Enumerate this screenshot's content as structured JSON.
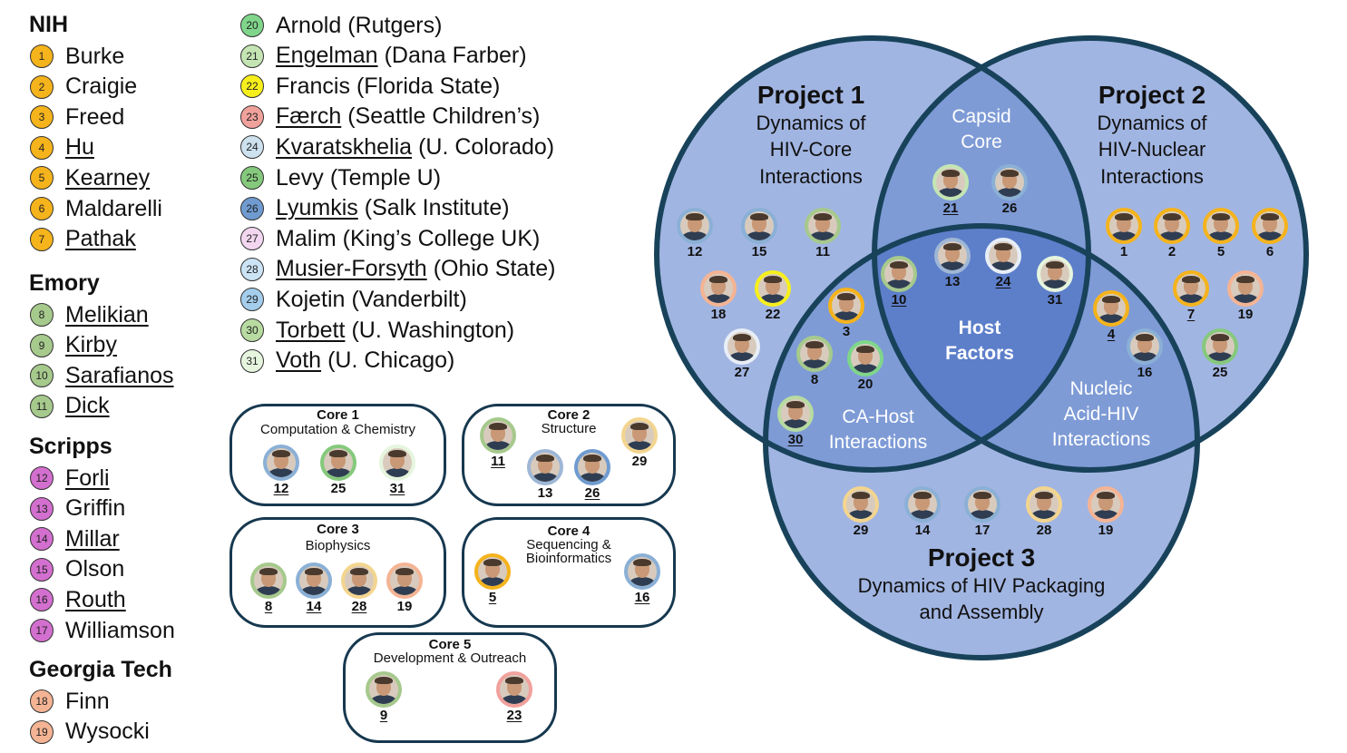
{
  "colors": {
    "nih": "#f5b31c",
    "emory": "#a6c98c",
    "scripps": "#d36fcf",
    "georgia_tech": "#f4b494",
    "venn_fill": "#a1b5e2",
    "venn_overlap2": "#7e9bd6",
    "venn_center": "#5d7fca",
    "venn_stroke": "#18425a"
  },
  "institutions": [
    {
      "name": "NIH",
      "members": [
        {
          "num": "1",
          "name": "Burke",
          "underline": false,
          "color": "#f5b31c"
        },
        {
          "num": "2",
          "name": "Craigie",
          "underline": false,
          "color": "#f5b31c"
        },
        {
          "num": "3",
          "name": "Freed",
          "underline": false,
          "color": "#f5b31c"
        },
        {
          "num": "4",
          "name": "Hu",
          "underline": true,
          "color": "#f5b31c"
        },
        {
          "num": "5",
          "name": "Kearney",
          "underline": true,
          "color": "#f5b31c"
        },
        {
          "num": "6",
          "name": "Maldarelli",
          "underline": false,
          "color": "#f5b31c"
        },
        {
          "num": "7",
          "name": "Pathak",
          "underline": true,
          "color": "#f5b31c"
        }
      ]
    },
    {
      "name": "Emory",
      "members": [
        {
          "num": "8",
          "name": "Melikian",
          "underline": true,
          "color": "#a6c98c"
        },
        {
          "num": "9",
          "name": "Kirby",
          "underline": true,
          "color": "#a6c98c"
        },
        {
          "num": "10",
          "name": "Sarafianos",
          "underline": true,
          "color": "#a6c98c"
        },
        {
          "num": "11",
          "name": "Dick",
          "underline": true,
          "color": "#a6c98c"
        }
      ]
    },
    {
      "name": "Scripps",
      "members": [
        {
          "num": "12",
          "name": "Forli",
          "underline": true,
          "color": "#d36fcf"
        },
        {
          "num": "13",
          "name": "Griffin",
          "underline": false,
          "color": "#d36fcf"
        },
        {
          "num": "14",
          "name": "Millar",
          "underline": true,
          "color": "#d36fcf"
        },
        {
          "num": "15",
          "name": "Olson",
          "underline": false,
          "color": "#d36fcf"
        },
        {
          "num": "16",
          "name": "Routh",
          "underline": true,
          "color": "#d36fcf"
        },
        {
          "num": "17",
          "name": "Williamson",
          "underline": false,
          "color": "#d36fcf"
        }
      ]
    },
    {
      "name": "Georgia Tech",
      "members": [
        {
          "num": "18",
          "name": "Finn",
          "underline": false,
          "color": "#f4b494"
        },
        {
          "num": "19",
          "name": "Wysocki",
          "underline": false,
          "color": "#f4b494"
        }
      ]
    }
  ],
  "external": [
    {
      "num": "20",
      "name": "Arnold",
      "affiliation": "(Rutgers)",
      "underline": false,
      "color": "#7fd68a"
    },
    {
      "num": "21",
      "name": "Engelman",
      "affiliation": "(Dana Farber)",
      "underline": true,
      "color": "#c4e5b3"
    },
    {
      "num": "22",
      "name": "Francis",
      "affiliation": "(Florida State)",
      "underline": false,
      "color": "#f6ef1c"
    },
    {
      "num": "23",
      "name": "Færch",
      "affiliation": "(Seattle Children’s)",
      "underline": true,
      "color": "#f1a19c"
    },
    {
      "num": "24",
      "name": "Kvaratskhelia",
      "affiliation": "(U. Colorado)",
      "underline": true,
      "color": "#cde1ee"
    },
    {
      "num": "25",
      "name": "Levy",
      "affiliation": "(Temple U)",
      "underline": false,
      "color": "#85c97c"
    },
    {
      "num": "26",
      "name": "Lyumkis",
      "affiliation": "(Salk Institute)",
      "underline": true,
      "color": "#6f9bd0"
    },
    {
      "num": "27",
      "name": "Malim",
      "affiliation": "(King’s College UK)",
      "underline": false,
      "color": "#f3d6ef"
    },
    {
      "num": "28",
      "name": "Musier-Forsyth",
      "affiliation": "(Ohio State)",
      "underline": true,
      "color": "#cbe3f5"
    },
    {
      "num": "29",
      "name": "Kojetin",
      "affiliation": "(Vanderbilt)",
      "underline": false,
      "color": "#a4cdec"
    },
    {
      "num": "30",
      "name": "Torbett",
      "affiliation": "(U. Washington)",
      "underline": true,
      "color": "#b7dba0"
    },
    {
      "num": "31",
      "name": "Voth",
      "affiliation": "(U. Chicago)",
      "underline": true,
      "color": "#e6f5de"
    }
  ],
  "cores": [
    {
      "title": "Core 1",
      "subtitle": "Computation & Chemistry",
      "people": [
        {
          "num": "12",
          "underline": true,
          "ring": "#8bb0d6"
        },
        {
          "num": "25",
          "underline": false,
          "ring": "#85c97c"
        },
        {
          "num": "31",
          "underline": true,
          "ring": "#e6f5de"
        }
      ]
    },
    {
      "title": "Core 2",
      "subtitle": "Structure",
      "people": [
        {
          "num": "11",
          "underline": true,
          "ring": "#a6c98c"
        },
        {
          "num": "13",
          "underline": false,
          "ring": "#9fb7d6"
        },
        {
          "num": "26",
          "underline": true,
          "ring": "#6f9bd0"
        },
        {
          "num": "29",
          "underline": false,
          "ring": "#f3d58f"
        }
      ]
    },
    {
      "title": "Core 3",
      "subtitle": "Biophysics",
      "people": [
        {
          "num": "8",
          "underline": true,
          "ring": "#a6c98c"
        },
        {
          "num": "14",
          "underline": true,
          "ring": "#8bb0d6"
        },
        {
          "num": "28",
          "underline": true,
          "ring": "#f3d58f"
        },
        {
          "num": "19",
          "underline": false,
          "ring": "#f4b494"
        }
      ]
    },
    {
      "title": "Core 4",
      "subtitle": "Sequencing & Bioinformatics",
      "people": [
        {
          "num": "5",
          "underline": true,
          "ring": "#f5b31c"
        },
        {
          "num": "16",
          "underline": true,
          "ring": "#8bb0d6"
        }
      ]
    },
    {
      "title": "Core 5",
      "subtitle": "Development & Outreach",
      "people": [
        {
          "num": "9",
          "underline": true,
          "ring": "#a6c98c"
        },
        {
          "num": "23",
          "underline": true,
          "ring": "#f1a19c"
        }
      ]
    }
  ],
  "venn": {
    "project1": {
      "title": "Project 1",
      "subtitle": [
        "Dynamics of",
        "HIV-Core",
        "Interactions"
      ]
    },
    "project2": {
      "title": "Project 2",
      "subtitle": [
        "Dynamics of",
        "HIV-Nuclear",
        "Interactions"
      ]
    },
    "project3": {
      "title": "Project 3",
      "subtitle": [
        "Dynamics of HIV Packaging",
        "and Assembly"
      ]
    },
    "capsid": [
      "Capsid",
      "Core"
    ],
    "host": [
      "Host",
      "Factors"
    ],
    "ca_host": [
      "CA-Host",
      "Interactions"
    ],
    "nucleic": [
      "Nucleic",
      "Acid-HIV",
      "Interactions"
    ],
    "people": [
      {
        "num": "21",
        "underline": true,
        "ring": "#c4e5b3"
      },
      {
        "num": "26",
        "underline": false,
        "ring": "#8bb0d6"
      },
      {
        "num": "12",
        "underline": false,
        "ring": "#8bb0d6"
      },
      {
        "num": "15",
        "underline": false,
        "ring": "#8bb0d6"
      },
      {
        "num": "11",
        "underline": false,
        "ring": "#a6c98c"
      },
      {
        "num": "18",
        "underline": false,
        "ring": "#f4b494"
      },
      {
        "num": "22",
        "underline": false,
        "ring": "#f6ef1c"
      },
      {
        "num": "27",
        "underline": false,
        "ring": "#e8eef6"
      },
      {
        "num": "3",
        "underline": false,
        "ring": "#f5b31c"
      },
      {
        "num": "8",
        "underline": false,
        "ring": "#a6c98c"
      },
      {
        "num": "20",
        "underline": false,
        "ring": "#7fd68a"
      },
      {
        "num": "30",
        "underline": true,
        "ring": "#b7dba0"
      },
      {
        "num": "10",
        "underline": true,
        "ring": "#a6c98c"
      },
      {
        "num": "13",
        "underline": false,
        "ring": "#9fb7d6"
      },
      {
        "num": "24",
        "underline": true,
        "ring": "#e8eef6"
      },
      {
        "num": "31",
        "underline": false,
        "ring": "#e6f5de"
      },
      {
        "num": "1",
        "underline": false,
        "ring": "#f5b31c"
      },
      {
        "num": "2",
        "underline": false,
        "ring": "#f5b31c"
      },
      {
        "num": "5",
        "underline": false,
        "ring": "#f5b31c"
      },
      {
        "num": "6",
        "underline": false,
        "ring": "#f5b31c"
      },
      {
        "num": "7",
        "underline": true,
        "ring": "#f5b31c"
      },
      {
        "num": "19",
        "underline": false,
        "ring": "#f4b494"
      },
      {
        "num": "4",
        "underline": true,
        "ring": "#f5b31c"
      },
      {
        "num": "16",
        "underline": false,
        "ring": "#8bb0d6"
      },
      {
        "num": "25",
        "underline": false,
        "ring": "#85c97c"
      },
      {
        "num": "29",
        "underline": false,
        "ring": "#f3d58f"
      },
      {
        "num": "14",
        "underline": false,
        "ring": "#8bb0d6"
      },
      {
        "num": "17",
        "underline": false,
        "ring": "#8bb0d6"
      },
      {
        "num": "28",
        "underline": false,
        "ring": "#f3d58f"
      },
      {
        "num": "19",
        "underline": false,
        "ring": "#f4b494"
      }
    ]
  }
}
